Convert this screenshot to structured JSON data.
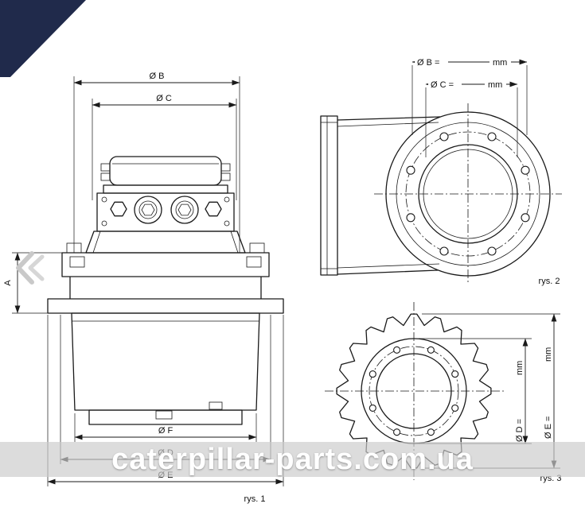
{
  "figure1": {
    "caption": "rys. 1",
    "dim_b": "Ø B",
    "dim_c": "Ø C",
    "dim_a": "A",
    "dim_f": "Ø F",
    "dim_d": "Ø D",
    "dim_e": "Ø E"
  },
  "figure2": {
    "caption": "rys. 2",
    "dim_b_label": "Ø B =",
    "dim_b_unit": "mm",
    "dim_c_label": "Ø C =",
    "dim_c_unit": "mm"
  },
  "figure3": {
    "caption": "rys. 3",
    "dim_d_label": "Ø D =",
    "dim_d_unit": "mm",
    "dim_e_label": "Ø E =",
    "dim_e_unit": "mm"
  },
  "watermark": "caterpillar-parts.com.ua",
  "icons": {
    "prev": "chevron-left",
    "corner": "corner-ribbon"
  },
  "colors": {
    "line": "#1a1a1a",
    "ribbon": "#202a4b",
    "watermark_band": "#cbcbcb",
    "watermark_text": "#ffffff",
    "chevron": "#c9c9c9"
  }
}
